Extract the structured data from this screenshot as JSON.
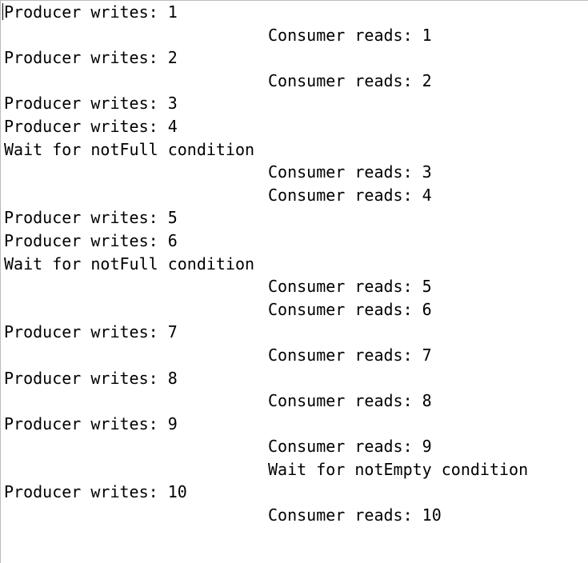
{
  "console": {
    "lines": [
      {
        "source": "producer",
        "text": "Producer writes: 1"
      },
      {
        "source": "consumer",
        "text": "Consumer reads: 1"
      },
      {
        "source": "producer",
        "text": "Producer writes: 2"
      },
      {
        "source": "consumer",
        "text": "Consumer reads: 2"
      },
      {
        "source": "producer",
        "text": "Producer writes: 3"
      },
      {
        "source": "producer",
        "text": "Producer writes: 4"
      },
      {
        "source": "producer",
        "text": "Wait for notFull condition"
      },
      {
        "source": "consumer",
        "text": "Consumer reads: 3"
      },
      {
        "source": "consumer",
        "text": "Consumer reads: 4"
      },
      {
        "source": "producer",
        "text": "Producer writes: 5"
      },
      {
        "source": "producer",
        "text": "Producer writes: 6"
      },
      {
        "source": "producer",
        "text": "Wait for notFull condition"
      },
      {
        "source": "consumer",
        "text": "Consumer reads: 5"
      },
      {
        "source": "consumer",
        "text": "Consumer reads: 6"
      },
      {
        "source": "producer",
        "text": "Producer writes: 7"
      },
      {
        "source": "consumer",
        "text": "Consumer reads: 7"
      },
      {
        "source": "producer",
        "text": "Producer writes: 8"
      },
      {
        "source": "consumer",
        "text": "Consumer reads: 8"
      },
      {
        "source": "producer",
        "text": "Producer writes: 9"
      },
      {
        "source": "consumer",
        "text": "Consumer reads: 9"
      },
      {
        "source": "consumer",
        "text": "Wait for notEmpty condition"
      },
      {
        "source": "producer",
        "text": "Producer writes: 10"
      },
      {
        "source": "consumer",
        "text": "Consumer reads: 10"
      }
    ]
  }
}
